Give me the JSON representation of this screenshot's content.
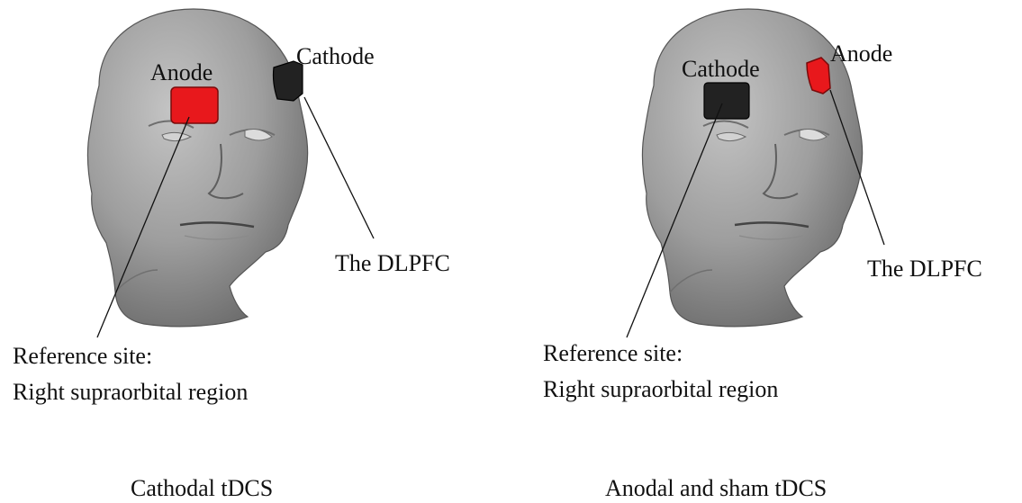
{
  "colors": {
    "anode": "#e8181c",
    "cathode": "#222222",
    "head_fill": "#9a9a9a",
    "text": "#111111"
  },
  "panels": [
    {
      "caption": "Cathodal tDCS",
      "anode_label": "Anode",
      "cathode_label": "Cathode",
      "target_label": "The DLPFC",
      "reference_label_line1": "Reference site:",
      "reference_label_line2": "Right supraorbital region"
    },
    {
      "caption": "Anodal and sham tDCS",
      "anode_label": "Anode",
      "cathode_label": "Cathode",
      "target_label": "The DLPFC",
      "reference_label_line1": "Reference site:",
      "reference_label_line2": "Right supraorbital region"
    }
  ]
}
